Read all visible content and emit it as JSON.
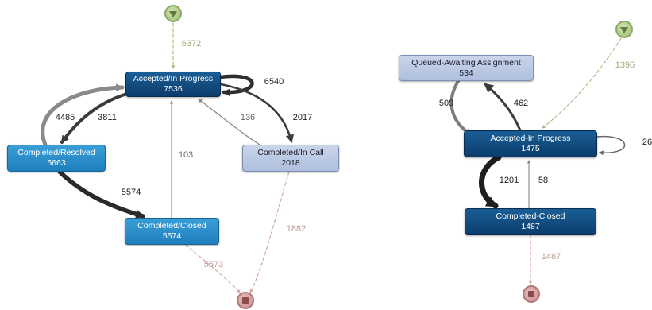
{
  "diagrams": [
    {
      "nodes": {
        "accepted": {
          "name": "Accepted/In Progress",
          "count": "7536"
        },
        "resolved": {
          "name": "Completed/Resolved",
          "count": "5663"
        },
        "incall": {
          "name": "Completed/In Call",
          "count": "2018"
        },
        "closed": {
          "name": "Completed/Closed",
          "count": "5574"
        }
      },
      "edges": {
        "start_accepted": "6372",
        "accepted_self": "6540",
        "resolved_accepted": "4485",
        "accepted_resolved": "3811",
        "accepted_incall": "2017",
        "incall_accepted": "136",
        "closed_accepted": "103",
        "resolved_closed": "5574",
        "incall_end": "1882",
        "closed_end": "5573"
      }
    },
    {
      "nodes": {
        "queued": {
          "name": "Queued-Awaiting Assignment",
          "count": "534"
        },
        "accepted": {
          "name": "Accepted-In Progress",
          "count": "1475"
        },
        "closed": {
          "name": "Completed-Closed",
          "count": "1487"
        }
      },
      "edges": {
        "start_accepted": "1396",
        "queued_accepted": "509",
        "accepted_queued": "462",
        "accepted_self": "26",
        "accepted_closed": "1201",
        "closed_accepted": "58",
        "closed_end": "1487"
      }
    }
  ],
  "colors": {
    "node_dark": "#0b3c6b",
    "node_mid": "#1f7fbd",
    "node_light": "#aebfdd",
    "start_event": "#9fbf74",
    "end_event": "#c58d8d",
    "start_edge": "#b7bb8c",
    "end_edge": "#d3aaa4"
  },
  "icons": {
    "start": "start-event-icon",
    "end": "end-event-icon"
  }
}
